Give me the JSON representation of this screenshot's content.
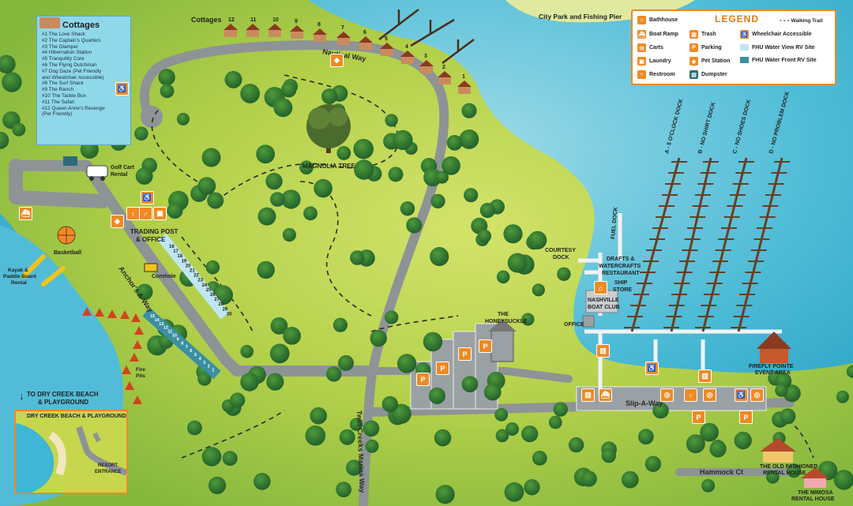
{
  "labels": {
    "cottages_header": "Cottages",
    "city_park": "City Park and Fishing Pier",
    "nautical_way": "Nautical Way",
    "magnolia_tree": "MAGNOLIA TREE",
    "golf_cart": "Golf Cart",
    "golf_cart2": "Rental",
    "trading_post": "TRADING POST",
    "trading_post2": "& OFFICE",
    "basketball": "Basketball",
    "kayak1": "Kayak &",
    "kayak2": "Paddle Board",
    "kayak3": "Rental",
    "cornhole": "Cornhole",
    "anchors_away": "Anchor's A-Way",
    "fire_pits1": "Fire",
    "fire_pits2": "Pits",
    "dry_creek1": "TO DRY CREEK BEACH",
    "dry_creek2": "& PLAYGROUND",
    "twin_creeks": "Twin Creeks Marina Way",
    "honeysuckle1": "THE",
    "honeysuckle2": "HONEYSUCKLE",
    "courtesy1": "COURTESY",
    "courtesy2": "DOCK",
    "fuel_dock": "FUEL DOCK",
    "drafts1": "DRAFTS &",
    "drafts2": "WATERCRAFTS",
    "drafts3": "RESTAURANT",
    "ship1": "SHIP",
    "ship2": "STORE",
    "nashville1": "NASHVILLE",
    "nashville2": "BOAT CLUB",
    "office": "OFFICE",
    "slip_a_way": "Slip-A-Way",
    "firefly1": "FIREFLY POINTE",
    "firefly2": "EVENT AREA",
    "hammock": "Hammock Ct",
    "old_fashioned1": "THE OLD FASHIONED",
    "old_fashioned2": "RENTAL HOUSE",
    "mimosa1": "THE MIMOSA",
    "mimosa2": "RENTAL HOUSE"
  },
  "docks": [
    "A - 5 O'CLOCK DOCK",
    "B - NO SHIRT DOCK",
    "C - NO SHOES DOCK",
    "D - NO PROBLEM DOCK"
  ],
  "cottage_numbers": [
    "12",
    "11",
    "10",
    "9",
    "8",
    "7",
    "6",
    "5",
    "4",
    "3",
    "2",
    "1"
  ],
  "rv_site_numbers": [
    "16",
    "17",
    "18",
    "19",
    "20",
    "21",
    "22",
    "23",
    "24",
    "25",
    "26",
    "27",
    "28",
    "29",
    "30"
  ],
  "waterfront_numbers": [
    "15",
    "14",
    "13",
    "12",
    "11",
    "10",
    "9",
    "8",
    "7",
    "6",
    "5",
    "4",
    "3",
    "2",
    "1"
  ],
  "cottage_list": {
    "title": "Cottages",
    "items": [
      "#1   The Love Shack",
      "#2   The Captain's Quarters",
      "#3   The Glamper",
      "#4   Hibernation Station",
      "#5   Tranquility Core",
      "#6   The Flying Dutchman",
      "#7   Dog Daze (Pet Friendly",
      "        and  Wheelchair Accessible)",
      "#8   The Surf Shack",
      "#9   The Ranch",
      "#10 The Tackle Box",
      "#11 The Safari",
      "#12 Queen Anne's Revenge",
      "        (Pet Friendly)"
    ]
  },
  "legend": {
    "title": "LEGEND",
    "walking_trail": "Walking Trail",
    "col1": [
      "Bathhouse",
      "Boat Ramp",
      "Carts",
      "Laundry",
      "Restroom"
    ],
    "col2": [
      "Trash",
      "Parking",
      "Pet Station",
      "Dumpster"
    ],
    "col3": [
      "Wheelchair Accessible",
      "FHU Water View RV Site",
      "FHU Water Front RV Site"
    ],
    "colors": {
      "border": "#f08a24",
      "water_view": "#bfe6f4",
      "water_front": "#3b8fa3"
    }
  },
  "inset": {
    "title": "DRY CREEK BEACH & PLAYGROUND",
    "resort1": "RESORT",
    "resort2": "ENTRANCE"
  },
  "colors": {
    "water": "#3fb6d3",
    "land": "#a9cc3e",
    "road": "#8e9396",
    "accent": "#f08a24"
  }
}
